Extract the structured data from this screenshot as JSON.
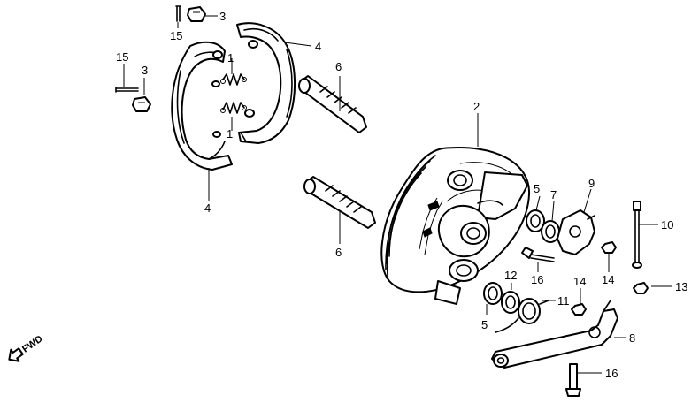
{
  "callouts": {
    "c1_top": "1",
    "c1_bottom": "1",
    "c2": "2",
    "c3_top": "3",
    "c3_left": "3",
    "c4_top": "4",
    "c4_bottom": "4",
    "c5_upper": "5",
    "c5_lower": "5",
    "c6_top": "6",
    "c6_bottom": "6",
    "c7": "7",
    "c8": "8",
    "c9": "9",
    "c10": "10",
    "c11": "11",
    "c12": "12",
    "c13": "13",
    "c14_left": "14",
    "c14_right": "14",
    "c15_top": "15",
    "c15_left": "15",
    "c16_mid": "16",
    "c16_bottom": "16"
  },
  "direction_indicator": "FWD"
}
